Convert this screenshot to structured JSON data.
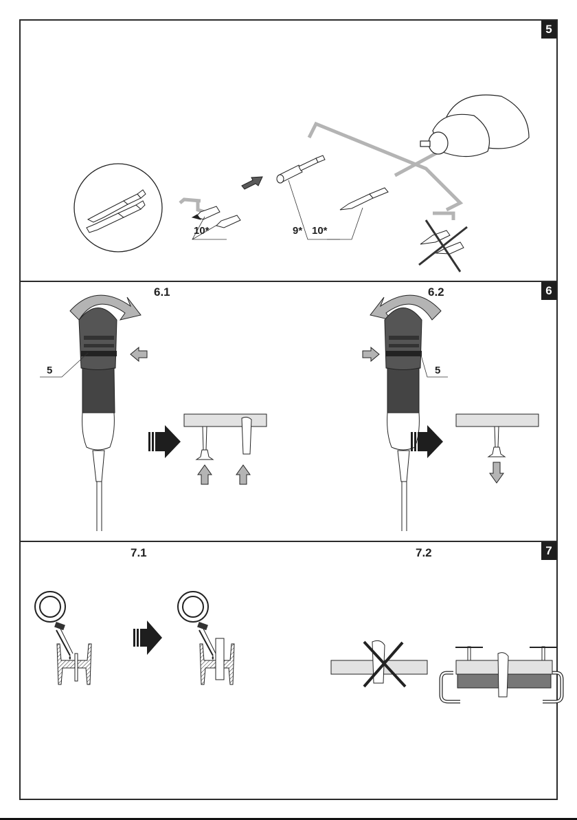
{
  "figure_5": {
    "number": "5",
    "callouts": [
      "10*",
      "9*",
      "10*"
    ]
  },
  "figure_6": {
    "number": "6",
    "sub_1": {
      "title": "6.1",
      "callout": "5"
    },
    "sub_2": {
      "title": "6.2",
      "callout": "5"
    }
  },
  "figure_7": {
    "number": "7",
    "sub_1": {
      "title": "7.1"
    },
    "sub_2": {
      "title": "7.2"
    }
  },
  "colors": {
    "ink": "#222222",
    "arrow_gray": "#b4b4b4",
    "tool_dark": "#555555",
    "wood": "#e2e2e2",
    "badge": "#1e1e1e"
  }
}
